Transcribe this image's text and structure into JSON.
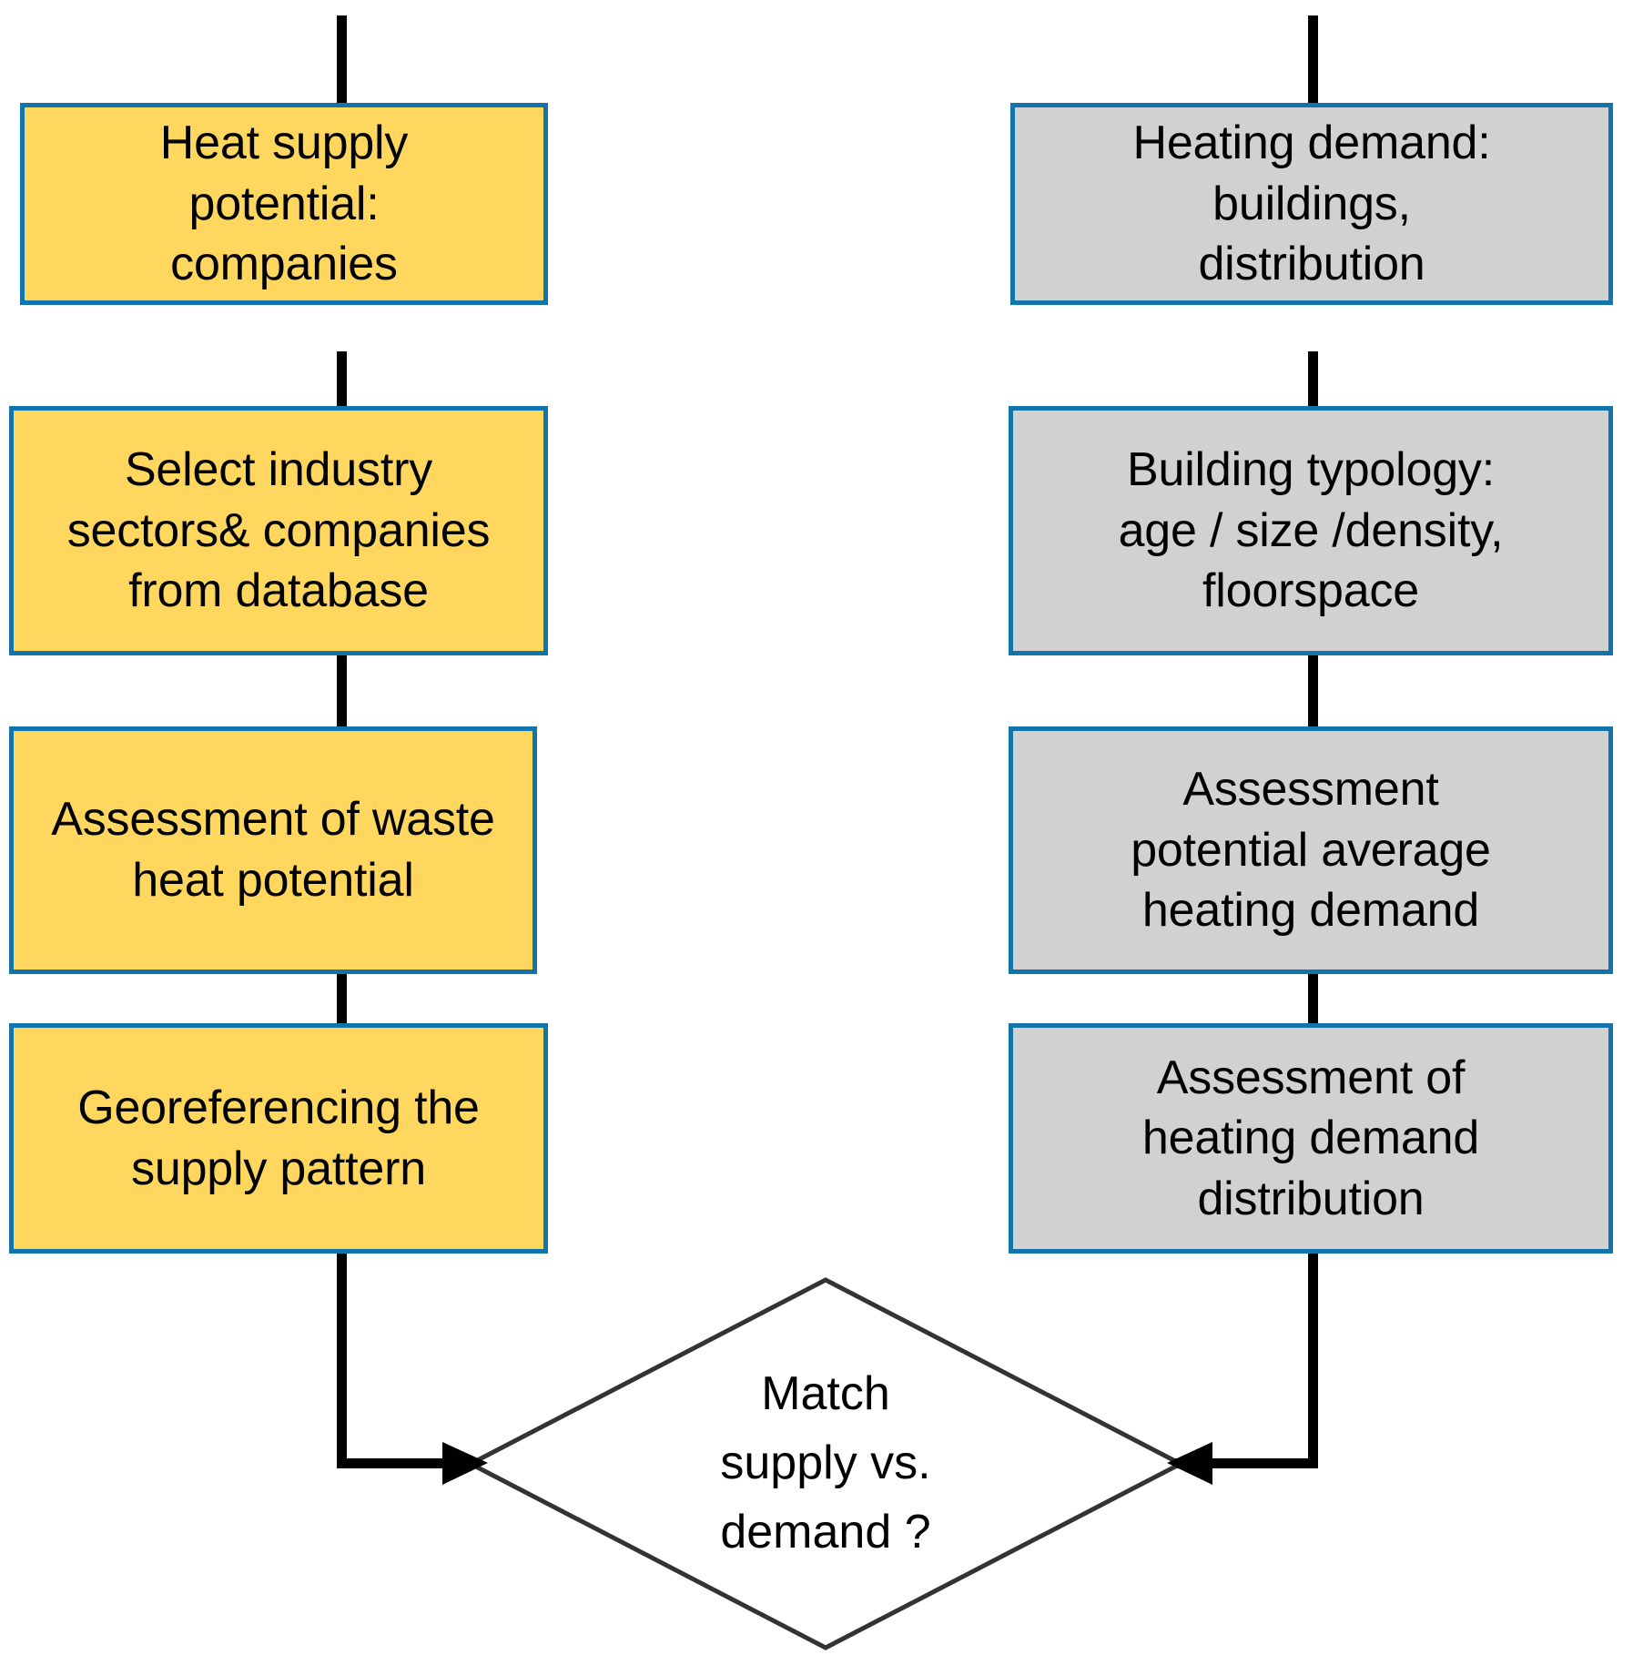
{
  "diagram": {
    "type": "flowchart",
    "title": "",
    "colors": {
      "supply_fill": "#ffd75e",
      "demand_fill": "#d1d1d1",
      "node_border": "#1174ab",
      "connector": "#000000",
      "diamond_stroke": "#333333",
      "background": "#ffffff"
    },
    "columns": [
      {
        "name": "supply-branch",
        "style": "supply",
        "nodes": [
          {
            "id": "supply-1",
            "label": "Heat supply\npotential:\ncompanies"
          },
          {
            "id": "supply-2",
            "label": "Select industry\nsectors& companies\nfrom database"
          },
          {
            "id": "supply-3",
            "label": "Assessment of waste\nheat potential"
          },
          {
            "id": "supply-4",
            "label": "Georeferencing the\nsupply pattern"
          }
        ]
      },
      {
        "name": "demand-branch",
        "style": "demand",
        "nodes": [
          {
            "id": "demand-1",
            "label": "Heating demand:\nbuildings,\ndistribution"
          },
          {
            "id": "demand-2",
            "label": "Building  typology:\nage / size /density,\nfloorspace"
          },
          {
            "id": "demand-3",
            "label": "Assessment\npotential average\nheating demand"
          },
          {
            "id": "demand-4",
            "label": "Assessment of\nheating demand\ndistribution"
          }
        ]
      }
    ],
    "decision": {
      "id": "match-decision",
      "label": "Match\nsupply vs.\ndemand ?"
    },
    "edges": [
      {
        "from": "top-entry-supply",
        "to": "supply-1",
        "kind": "vertical",
        "arrowhead": false
      },
      {
        "from": "supply-1",
        "to": "supply-2",
        "kind": "vertical",
        "arrowhead": false
      },
      {
        "from": "supply-2",
        "to": "supply-3",
        "kind": "vertical",
        "arrowhead": false
      },
      {
        "from": "supply-3",
        "to": "supply-4",
        "kind": "vertical",
        "arrowhead": false
      },
      {
        "from": "supply-4",
        "to": "match-decision",
        "kind": "elbow-right",
        "arrowhead": true
      },
      {
        "from": "top-entry-demand",
        "to": "demand-1",
        "kind": "vertical",
        "arrowhead": false
      },
      {
        "from": "demand-1",
        "to": "demand-2",
        "kind": "vertical",
        "arrowhead": false
      },
      {
        "from": "demand-2",
        "to": "demand-3",
        "kind": "vertical",
        "arrowhead": false
      },
      {
        "from": "demand-3",
        "to": "demand-4",
        "kind": "vertical",
        "arrowhead": false
      },
      {
        "from": "demand-4",
        "to": "match-decision",
        "kind": "elbow-left",
        "arrowhead": true
      }
    ]
  }
}
